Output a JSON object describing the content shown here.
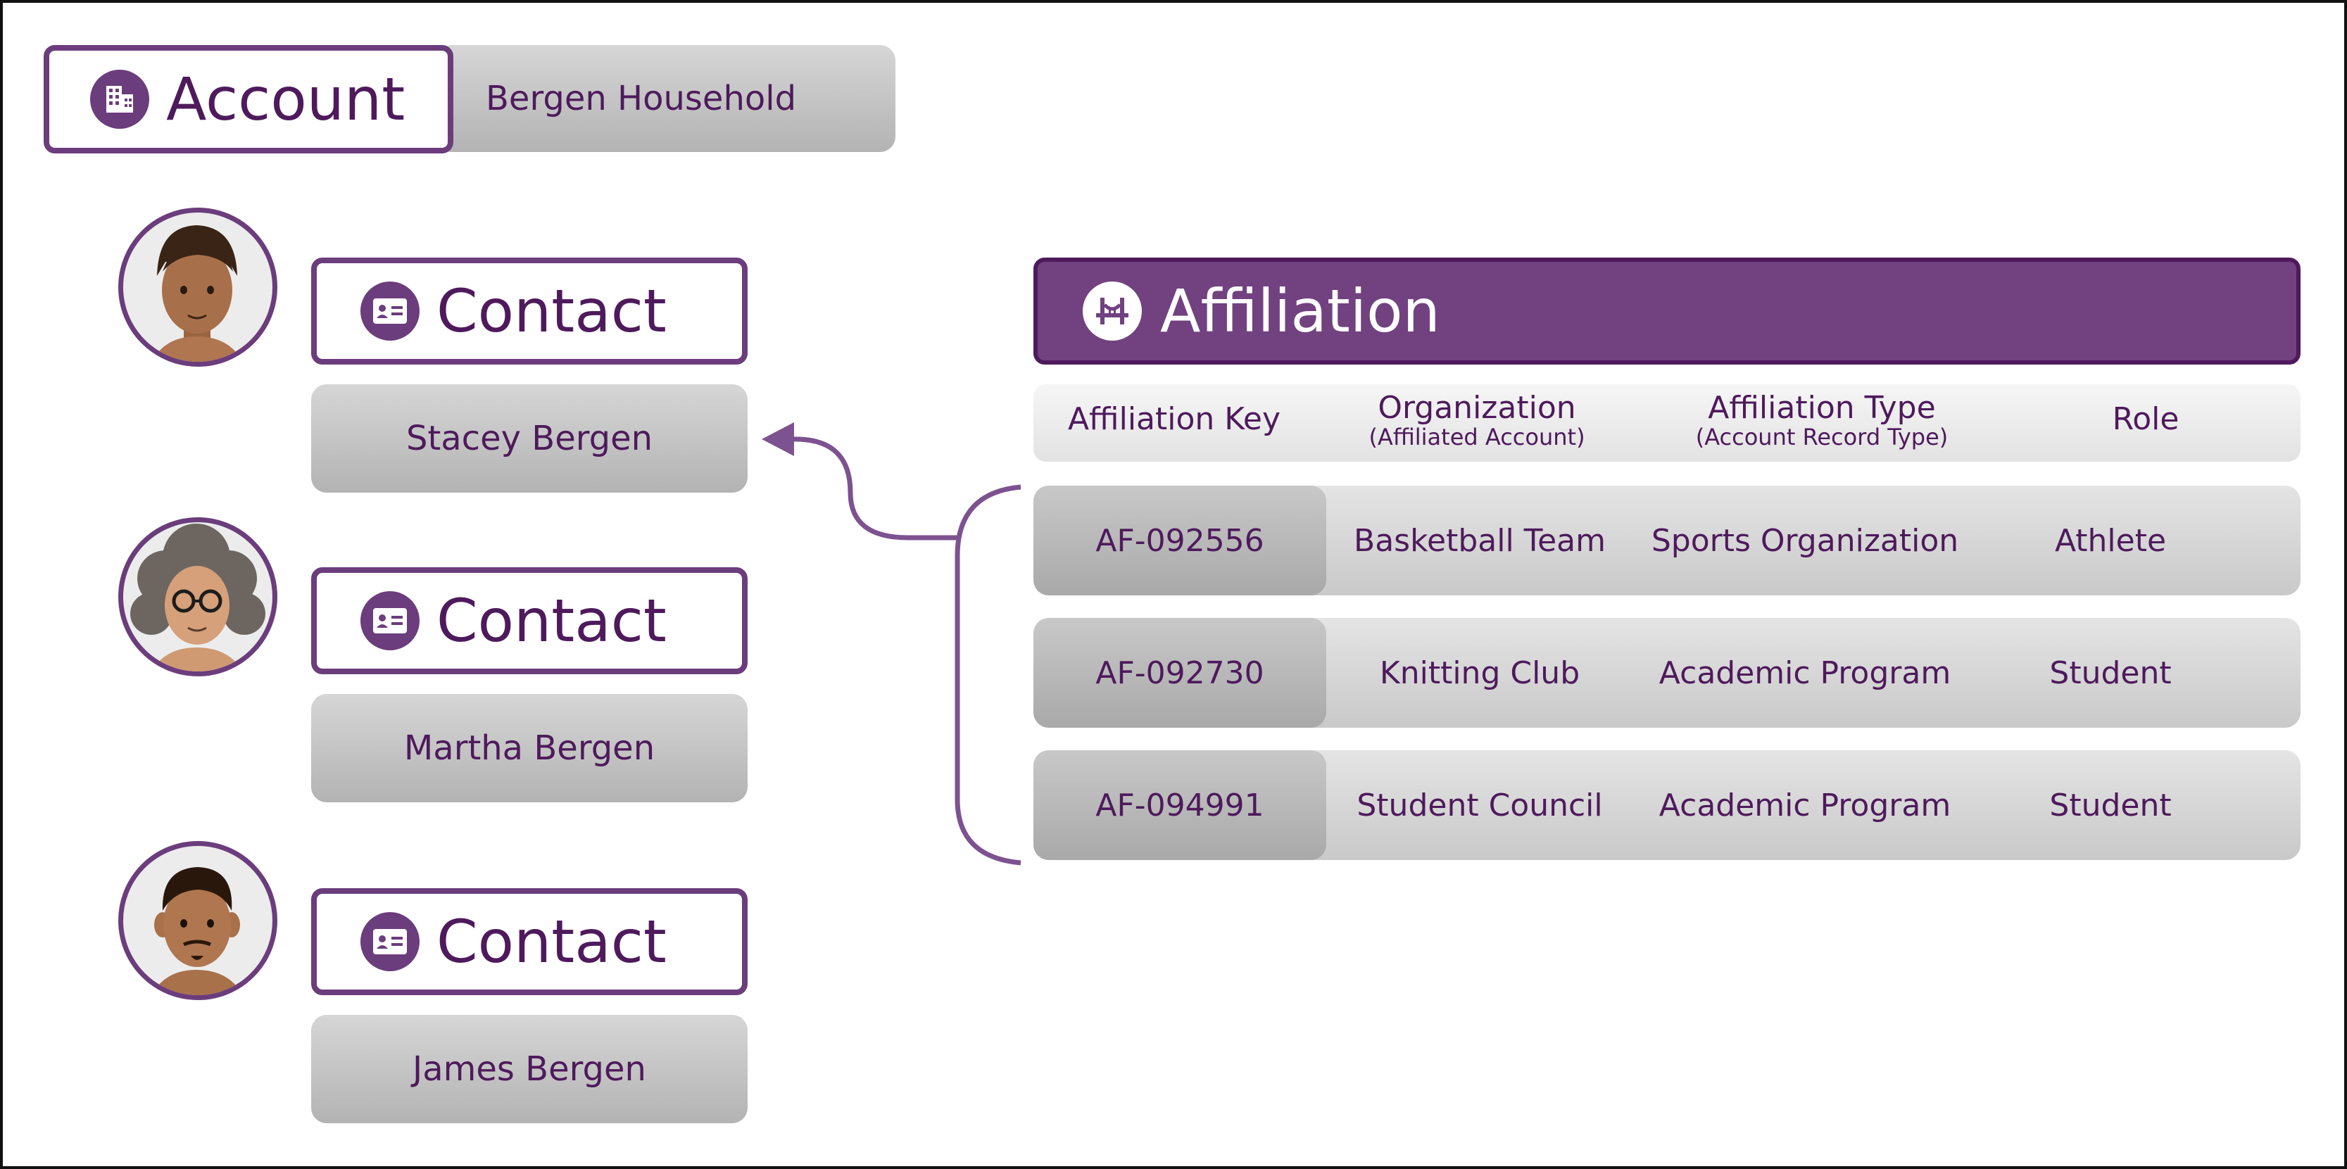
{
  "account": {
    "title": "Account",
    "name": "Bergen Household"
  },
  "contacts": [
    {
      "title": "Contact",
      "name": "Stacey Bergen"
    },
    {
      "title": "Contact",
      "name": "Martha Bergen"
    },
    {
      "title": "Contact",
      "name": "James Bergen"
    }
  ],
  "affiliation": {
    "title": "Affiliation",
    "headers": [
      {
        "main": "Affiliation Key",
        "sub": ""
      },
      {
        "main": "Organization",
        "sub": "(Affiliated Account)"
      },
      {
        "main": "Affiliation Type",
        "sub": "(Account Record Type)"
      },
      {
        "main": "Role",
        "sub": ""
      }
    ],
    "rows": [
      {
        "key": "AF-092556",
        "organization": "Basketball Team",
        "type": "Sports Organization",
        "role": "Athlete"
      },
      {
        "key": "AF-092730",
        "organization": "Knitting Club",
        "type": "Academic Program",
        "role": "Student"
      },
      {
        "key": "AF-094991",
        "organization": "Student Council",
        "type": "Academic Program",
        "role": "Student"
      }
    ]
  },
  "icons": {
    "account": "building-icon",
    "contact": "contact-card-icon",
    "affiliation": "bridge-icon"
  },
  "colors": {
    "primary": "#6b3d7c",
    "text": "#4e1a5c",
    "gray": "#c4c4c4"
  }
}
